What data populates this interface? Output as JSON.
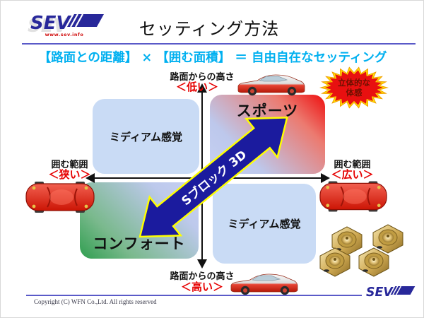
{
  "header": {
    "logo": {
      "text": "SEV",
      "url": "www.sev.info"
    },
    "title": "セッティング方法"
  },
  "subtitle": "【路面との距離】 × 【囲む面積】 ＝ 自由自在なセッティング",
  "diagram": {
    "axis": {
      "top": {
        "label": "路面からの高さ",
        "value": "＜低い＞"
      },
      "bottom": {
        "label": "路面からの高さ",
        "value": "＜高い＞"
      },
      "left": {
        "label": "囲む範囲",
        "value": "＜狭い＞"
      },
      "right": {
        "label": "囲む範囲",
        "value": "＜広い＞"
      }
    },
    "quadrants": {
      "top_left": "ミディアム感覚",
      "top_right": "スポーツ",
      "bottom_left": "コンフォート",
      "bottom_right": "ミディアム感覚"
    },
    "arrow_label": "Sブロック 3D"
  },
  "badge": {
    "line1": "立体的な",
    "line2": "体感"
  },
  "footer": {
    "copyright": "Copyright (C) WFN Co.,Ltd. All rights reserved",
    "logo_text": "SEV"
  },
  "colors": {
    "subtitle_cyan": "#00b0f0",
    "accent_red": "#e60000",
    "arrow_blue": "#1b1b9e",
    "arrow_outline_yellow": "#ffff00",
    "quadrant_blue": "#c9dbf5",
    "sport_red": "#ee0f0f",
    "comfort_green": "#2f9e4f",
    "starburst_red": "#e81010",
    "starburst_yellow": "#ffdf00",
    "divider_purple": "#5a5ac8",
    "logo_blue": "#28289a"
  }
}
